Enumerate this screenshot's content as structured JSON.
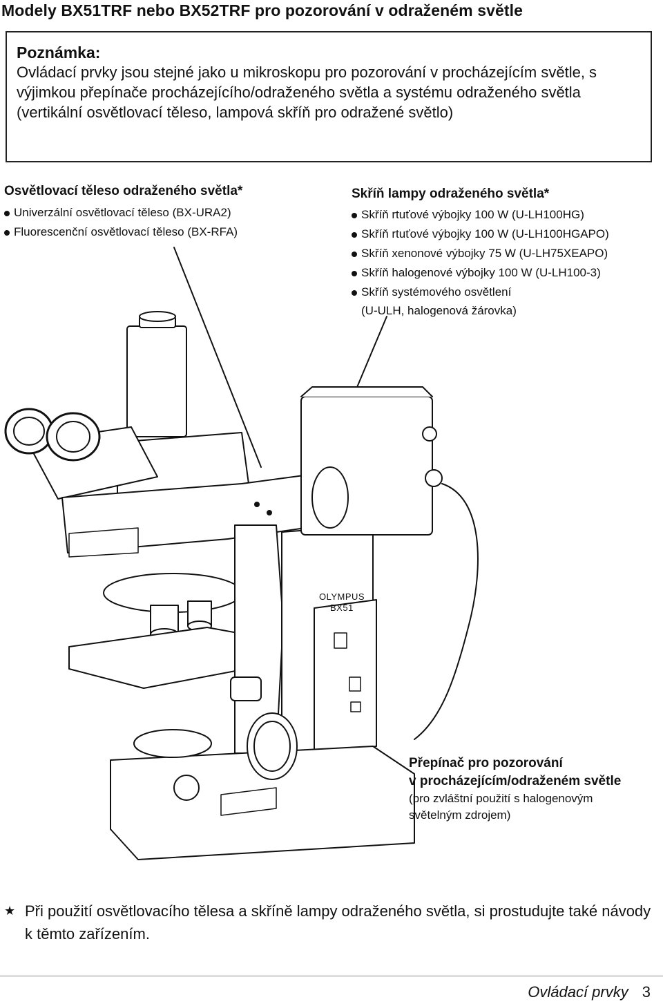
{
  "page": {
    "title": "Modely BX51TRF nebo BX52TRF pro pozorování v odraženém světle"
  },
  "note": {
    "heading": "Poznámka:",
    "text": "Ovládací prvky jsou stejné jako u mikroskopu pro pozorování v procházejícím světle, s výjimkou přepínače procházejícího/odraženého světla a systému odraženého světla (vertikální osvětlovací těleso, lampová skříň pro odražené světlo)"
  },
  "illuminator": {
    "heading": "Osvětlovací těleso odraženého světla*",
    "items": [
      "Univerzální osvětlovací těleso (BX-URA2)",
      "Fluorescenční osvětlovací těleso (BX-RFA)"
    ]
  },
  "lamphouse": {
    "heading": "Skříň lampy odraženého světla*",
    "items": [
      "Skříň rtuťové výbojky 100 W (U-LH100HG)",
      "Skříň rtuťové výbojky 100 W (U-LH100HGAPO)",
      "Skříň xenonové výbojky 75 W (U-LH75XEAPO)",
      "Skříň halogenové výbojky 100 W (U-LH100-3)",
      "Skříň systémového osvětlení"
    ],
    "item5_cont": "(U-ULH, halogenová žárovka)"
  },
  "switch": {
    "heading_line1": "Přepínač pro pozorování",
    "heading_line2": "v procházejícím/odraženém světle",
    "sub": "(pro zvláštní použití s halogenovým světelným zdrojem)"
  },
  "illustration": {
    "brand_label": "OLYMPUS",
    "model_label": "BX51"
  },
  "footnote": {
    "marker": "★",
    "text": "Při použití osvětlovacího tělesa a skříně lampy odraženého světla, si prostudujte také návody k těmto zařízením."
  },
  "footer": {
    "section": "Ovládací prvky",
    "page_number": "3"
  }
}
